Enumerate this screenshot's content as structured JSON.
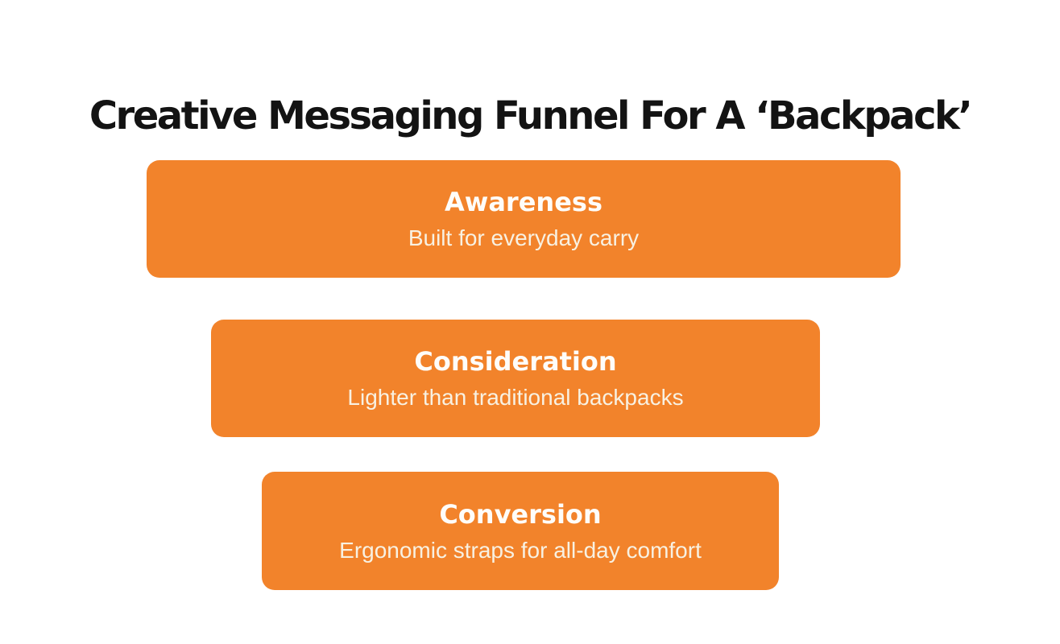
{
  "title": "Creative Messaging Funnel For A ‘Backpack’",
  "colors": {
    "background": "#FFFFFF",
    "accent_orange": "#F2832B",
    "title_text": "#131313",
    "stage_label_text": "#FEFDFA",
    "stage_message_text": "#F8F1E2"
  },
  "funnel": {
    "stages": [
      {
        "label": "Awareness",
        "message": "Built for everyday carry"
      },
      {
        "label": "Consideration",
        "message": "Lighter than traditional backpacks"
      },
      {
        "label": "Conversion",
        "message": "Ergonomic straps for all-day comfort"
      }
    ]
  }
}
